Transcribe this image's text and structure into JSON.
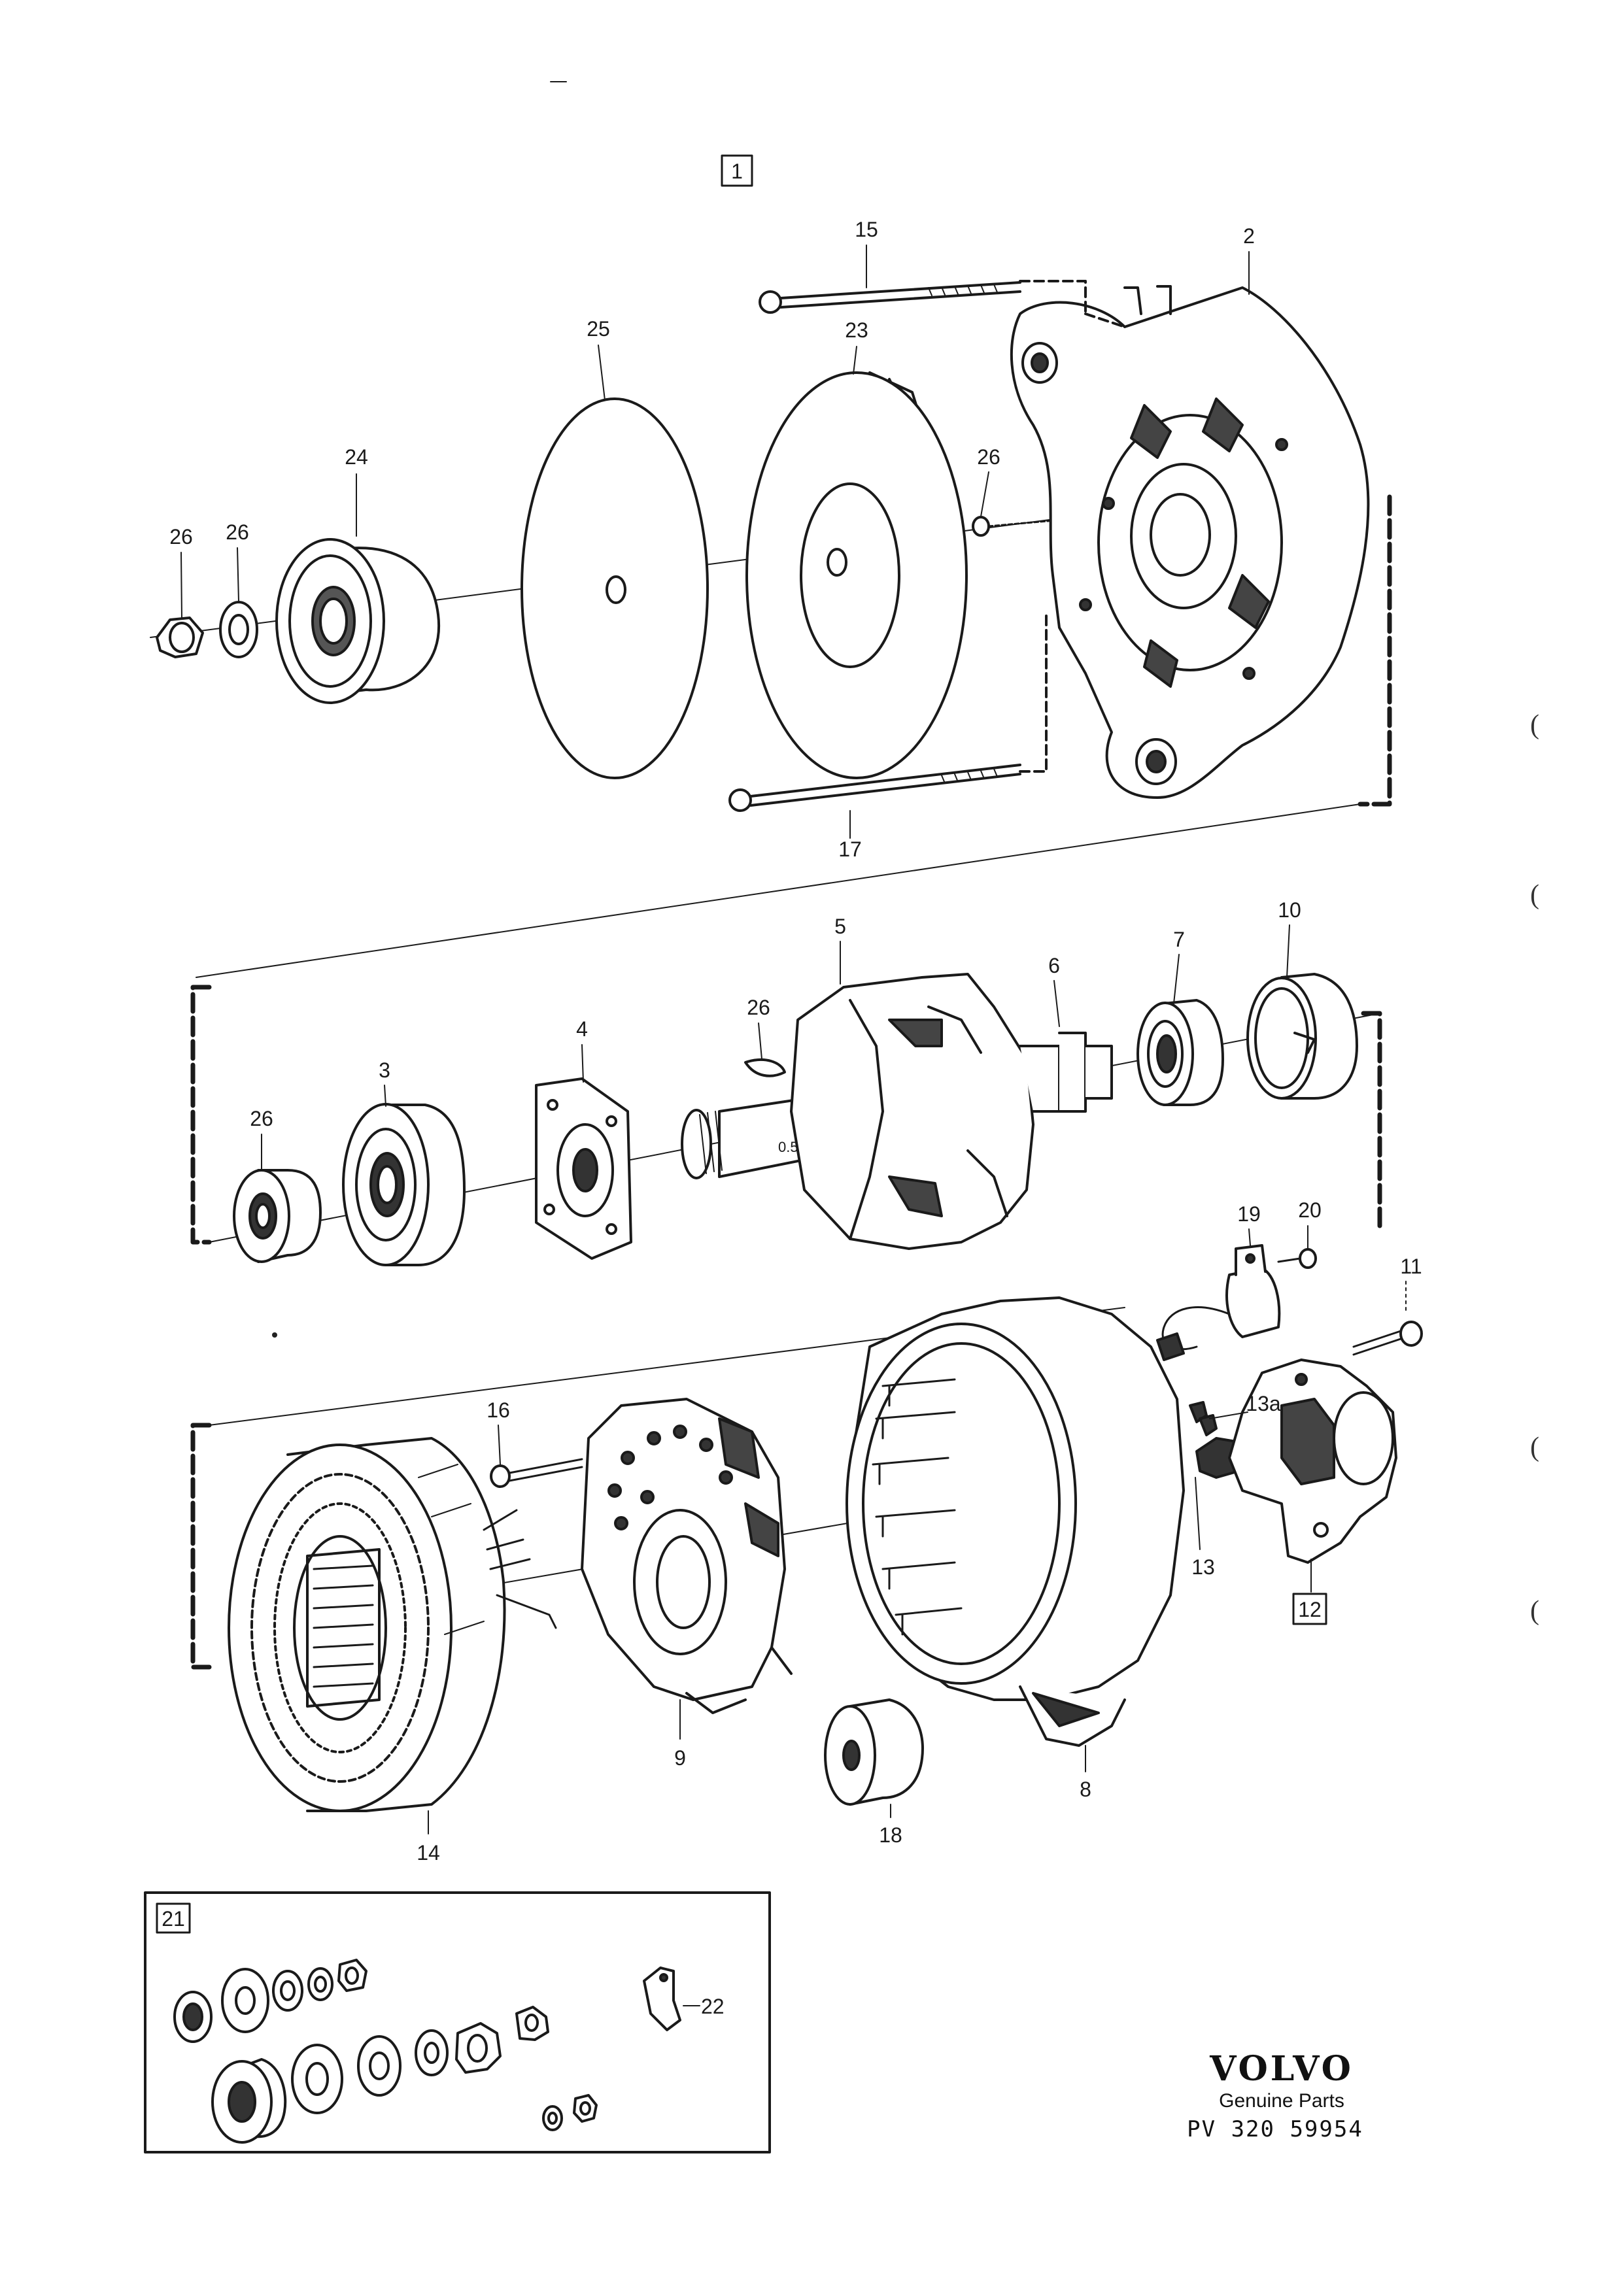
{
  "diagram": {
    "group_box_label": "1",
    "sub_box_12_label": "12",
    "inset_box_label": "21",
    "callouts": {
      "c15": "15",
      "c2": "2",
      "c25": "25",
      "c23": "23",
      "c24": "24",
      "c26a": "26",
      "c26b": "26",
      "c26c": "26",
      "c17": "17",
      "c5": "5",
      "c6": "6",
      "c7": "7",
      "c10": "10",
      "c4": "4",
      "c3": "3",
      "c26d": "26",
      "c26e": "26",
      "c19": "19",
      "c20": "20",
      "c11": "11",
      "c16": "16",
      "c13a": "13a",
      "c13": "13",
      "c14": "14",
      "c9": "9",
      "c18": "18",
      "c8": "8",
      "c22": "22"
    },
    "rotor_marking": "0.5"
  },
  "brand": {
    "logo": "VOLVO",
    "subtitle": "Genuine Parts",
    "code": "PV 320 59954"
  },
  "margin_marks": [
    "(",
    "(",
    "(",
    "("
  ]
}
